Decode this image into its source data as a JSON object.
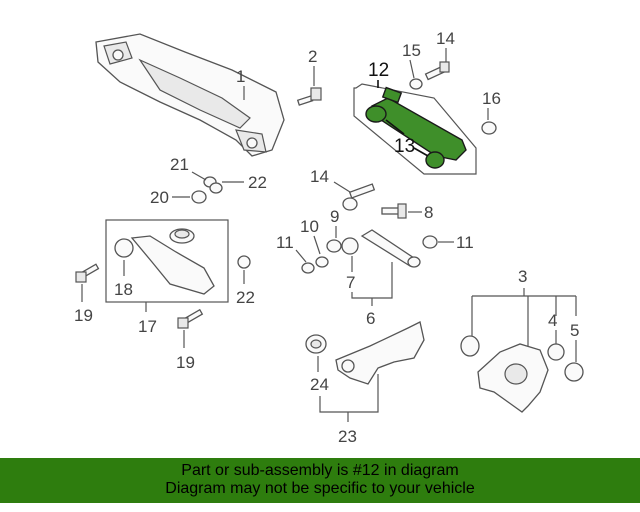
{
  "callouts": {
    "c1": "1",
    "c2": "2",
    "c3": "3",
    "c4": "4",
    "c5": "5",
    "c6": "6",
    "c7": "7",
    "c8": "8",
    "c9": "9",
    "c10": "10",
    "c11a": "11",
    "c11b": "11",
    "c12": "12",
    "c13": "13",
    "c14a": "14",
    "c14b": "14",
    "c15": "15",
    "c16": "16",
    "c17": "17",
    "c18": "18",
    "c19a": "19",
    "c19b": "19",
    "c20": "20",
    "c21": "21",
    "c22a": "22",
    "c22b": "22",
    "c23": "23",
    "c24": "24"
  },
  "highlight_color": "#3f8f2a",
  "banner": {
    "color": "#2e7d0e",
    "line1": "Part or sub-assembly is #12 in diagram",
    "line2": "Diagram may not be specific to your vehicle"
  }
}
